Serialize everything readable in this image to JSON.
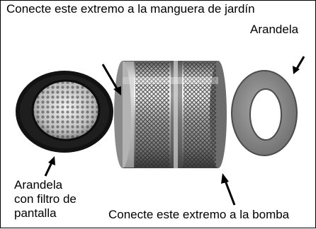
{
  "labels": {
    "top": "Conecte este extremo a la manguera de jardín",
    "right_washer": "Arandela",
    "left_washer_line1": "Arandela",
    "left_washer_line2": "con filtro de",
    "left_washer_line3": "pantalla",
    "bottom": "Conecte este extremo a la bomba"
  },
  "parts": [
    {
      "name": "screen-filter-washer",
      "color": "#111111"
    },
    {
      "name": "brass-hose-coupler",
      "color": "#9a9a9a"
    },
    {
      "name": "rubber-washer",
      "color": "#8a8a8a"
    }
  ]
}
